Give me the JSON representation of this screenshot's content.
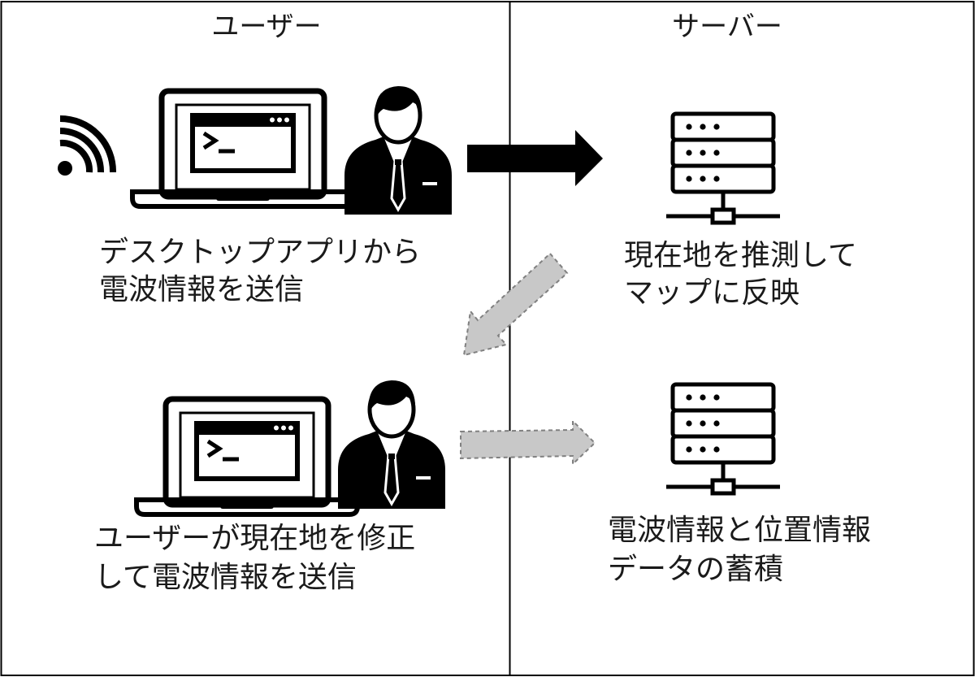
{
  "columns": {
    "user": {
      "title": "ユーザー"
    },
    "server": {
      "title": "サーバー"
    }
  },
  "steps": {
    "send_from_app": {
      "line1": "デスクトップアプリから",
      "line2": "電波情報を送信"
    },
    "estimate_location": {
      "line1": "現在地を推測して",
      "line2": "マップに反映"
    },
    "correct_and_send": {
      "line1": "ユーザーが現在地を修正",
      "line2": "して電波情報を送信"
    },
    "accumulate_data": {
      "line1": "電波情報と位置情報",
      "line2": "データの蓄積"
    }
  },
  "icons": {
    "wifi": "wifi-icon",
    "laptop": "laptop-icon",
    "person": "person-icon",
    "server": "server-icon"
  },
  "colors": {
    "line": "#000000",
    "arrow_solid": "#000000",
    "arrow_dashed_fill": "#c8c8c8",
    "arrow_dashed_stroke": "#808080"
  }
}
